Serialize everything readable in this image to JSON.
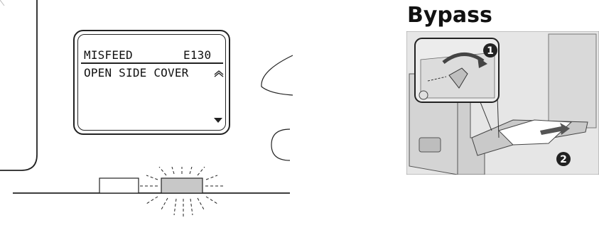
{
  "lcd": {
    "line1_label": "MISFEED",
    "line1_code": "E130",
    "line2_text": "OPEN SIDE COVER",
    "scroll_up_icon": "double-chevron-up-icon",
    "scroll_down_icon": "triangle-down-icon"
  },
  "bypass": {
    "title": "Bypass",
    "step1": "1",
    "step2": "2"
  },
  "colors": {
    "illustration_bg": "#e6e6e6",
    "indicator_fill": "#c8c8c8",
    "ink": "#222222"
  }
}
